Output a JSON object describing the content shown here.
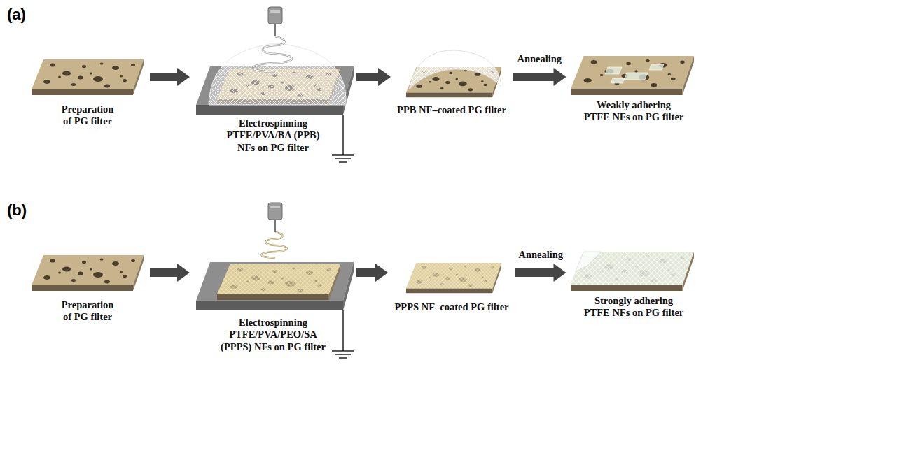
{
  "diagram": {
    "nodes": [
      {
        "text": [
          "Preparation of PG filter"
        ]
      },
      {
        "text": [
          "Electrospinning PTFE/PVA/BA (PPB) NFs on PG filter"
        ]
      },
      {
        "text": [
          "PPB NF–coated PG filter"
        ]
      },
      {
        "text": [
          "Weakly adhering PTFE NFs on PG filter"
        ]
      },
      {
        "text": [
          "Preparation of PG filter"
        ]
      },
      {
        "text": [
          "Electrospinning PTFE/PVA/PEO/SA (PPPS) NFs on PG filter"
        ]
      },
      {
        "text": [
          "PPPS NF–coated PG filter"
        ]
      },
      {
        "text": [
          "Strongly adhering PTFE NFs on PG filter"
        ]
      }
    ],
    "edges": [
      {
        "from": 0,
        "to": 1,
        "arrow": "to"
      },
      {
        "from": 1,
        "to": 2,
        "arrow": "to"
      },
      {
        "from": 2,
        "to": 3,
        "label": "Annealing",
        "arrow": "to"
      },
      {
        "from": 4,
        "to": 5,
        "arrow": "to"
      },
      {
        "from": 5,
        "to": 6,
        "arrow": "to"
      },
      {
        "from": 6,
        "to": 7,
        "label": "Annealing",
        "arrow": "to"
      }
    ],
    "labels": [
      "(a)",
      "(b)"
    ]
  }
}
